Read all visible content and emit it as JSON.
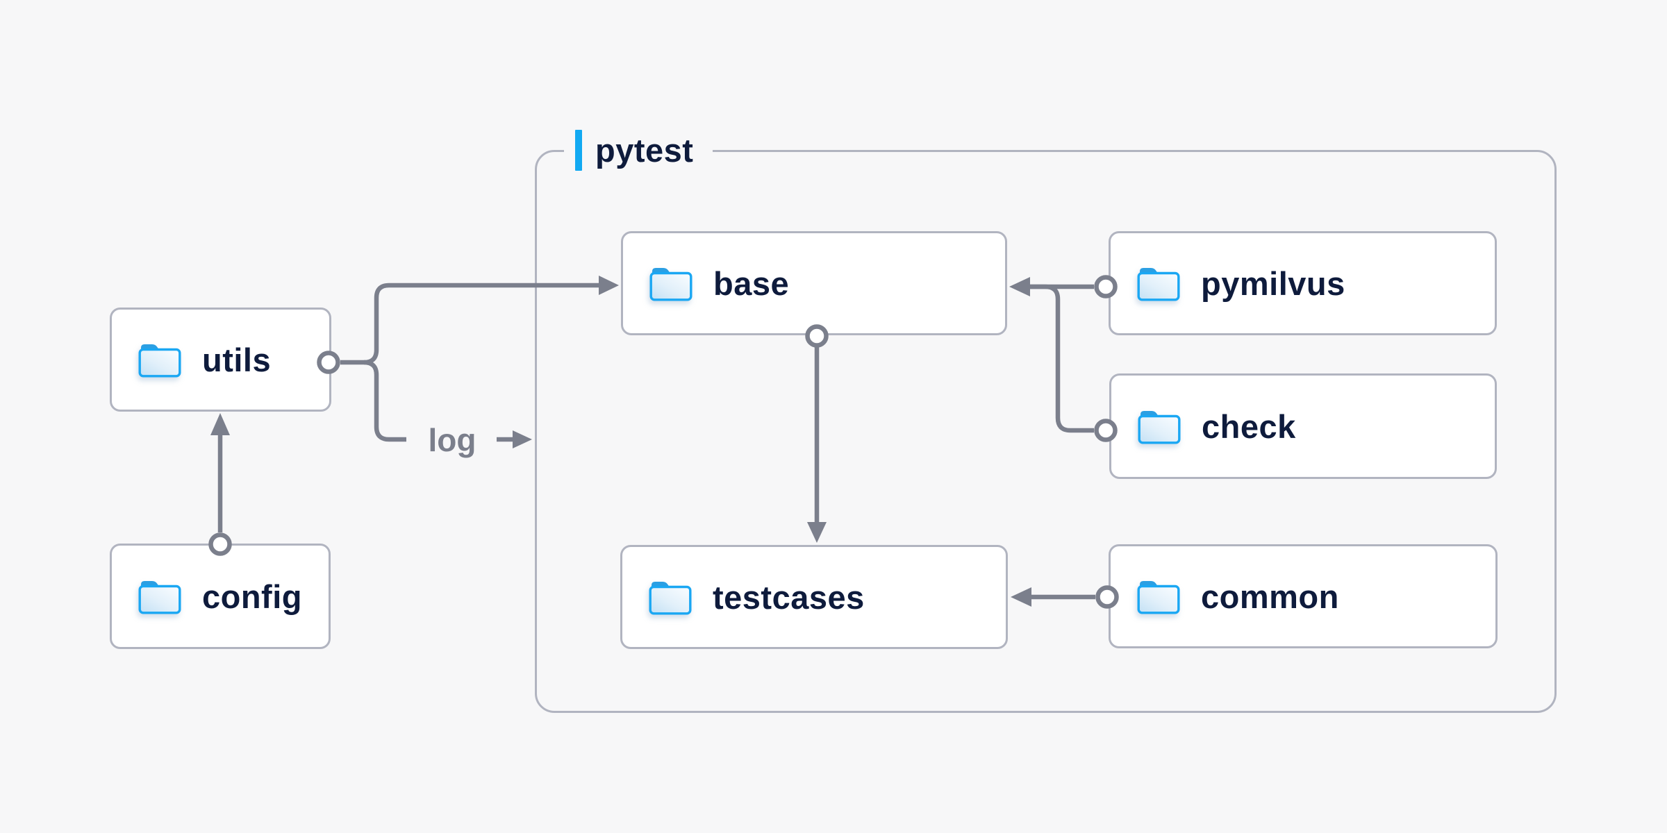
{
  "container": {
    "label": "pytest"
  },
  "nodes": {
    "utils": {
      "label": "utils",
      "icon": "folder-icon"
    },
    "config": {
      "label": "config",
      "icon": "folder-icon"
    },
    "base": {
      "label": "base",
      "icon": "folder-icon"
    },
    "pymilvus": {
      "label": "pymilvus",
      "icon": "folder-icon"
    },
    "check": {
      "label": "check",
      "icon": "folder-icon"
    },
    "testcases": {
      "label": "testcases",
      "icon": "folder-icon"
    },
    "common": {
      "label": "common",
      "icon": "folder-icon"
    }
  },
  "edges": [
    {
      "from": "config",
      "to": "utils",
      "label": ""
    },
    {
      "from": "utils",
      "to": "base",
      "label": ""
    },
    {
      "from": "utils",
      "to": "pytest",
      "label": "log"
    },
    {
      "from": "pymilvus",
      "to": "base",
      "label": ""
    },
    {
      "from": "check",
      "to": "base",
      "label": ""
    },
    {
      "from": "base",
      "to": "testcases",
      "label": ""
    },
    {
      "from": "common",
      "to": "testcases",
      "label": ""
    }
  ],
  "colors": {
    "background": "#f7f7f8",
    "accent_blue": "#12a9f2",
    "folder_blue": "#1aa7f3",
    "wire_gray": "#7b7f8c",
    "border_gray": "#b1b4c0",
    "text_navy": "#0e1b3c"
  }
}
